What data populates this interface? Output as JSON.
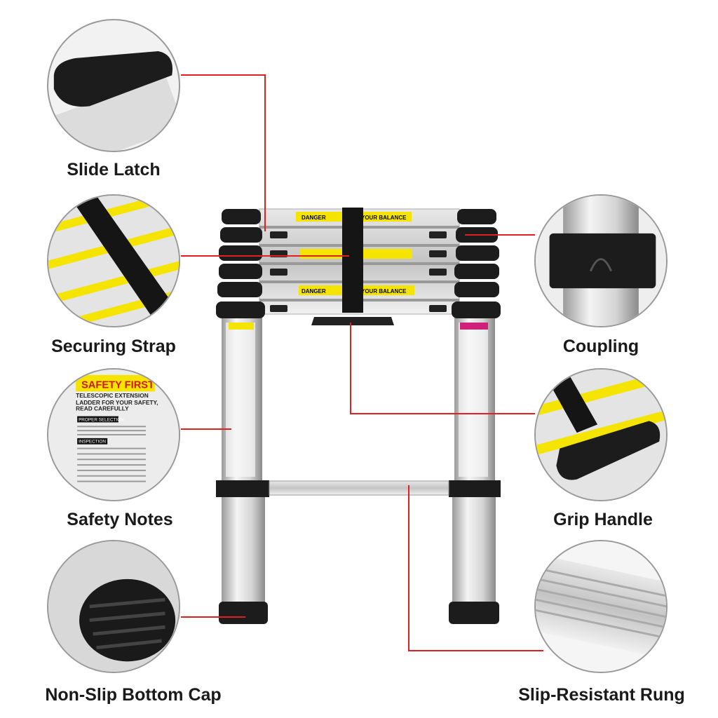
{
  "features": {
    "slide_latch": "Slide Latch",
    "securing_strap": "Securing Strap",
    "safety_notes": "Safety Notes",
    "bottom_cap": "Non-Slip Bottom Cap",
    "coupling": "Coupling",
    "grip_handle": "Grip Handle",
    "rung": "Slip-Resistant Rung"
  },
  "ladder_labels": {
    "danger": "DANGER",
    "balance": "YOUR BALANCE",
    "safety_first": "SAFETY FIRST",
    "safety_subtitle": "TELESCOPIC EXTENSION LADDER FOR YOUR SAFETY, READ CAREFULLY",
    "proper_selection": "PROPER SELECTION",
    "inspection": "INSPECTION"
  },
  "colors": {
    "leader_line": "#e02020",
    "label_yellow": "#f5e400",
    "rubber": "#1c1c1c"
  }
}
